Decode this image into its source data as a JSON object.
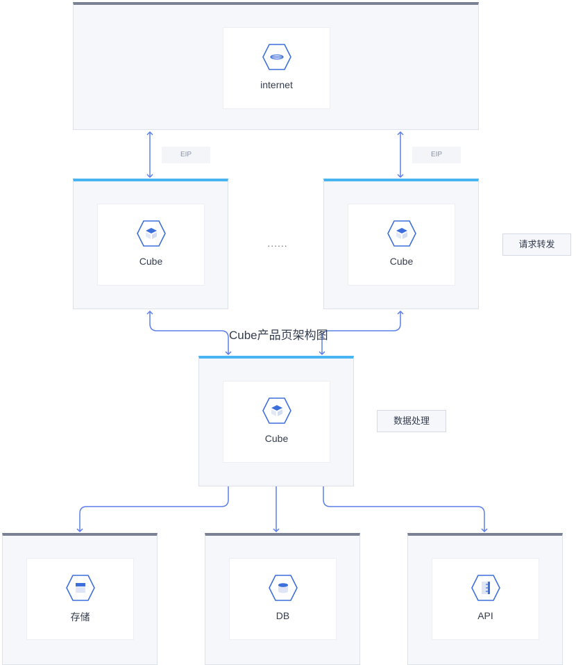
{
  "title": "Cube产品页架构图",
  "ellipsis": "......",
  "nodes": {
    "internet": {
      "label": "internet",
      "icon": "internet-icon"
    },
    "cube_left": {
      "label": "Cube",
      "icon": "cube-icon"
    },
    "cube_right": {
      "label": "Cube",
      "icon": "cube-icon"
    },
    "cube_center": {
      "label": "Cube",
      "icon": "cube-icon"
    },
    "storage": {
      "label": "存储",
      "icon": "storage-icon"
    },
    "db": {
      "label": "DB",
      "icon": "database-icon"
    },
    "api": {
      "label": "API",
      "icon": "api-icon"
    }
  },
  "edge_labels": {
    "eip_left": "EIP",
    "eip_right": "EIP"
  },
  "notes": {
    "request_forward": "请求转发",
    "data_processing": "数据处理"
  },
  "colors": {
    "arrow": "#5c7ee8",
    "icon": "#3d6fdc",
    "top_bar_dark": "#7a8194",
    "top_bar_blue": "#49b4f2"
  }
}
